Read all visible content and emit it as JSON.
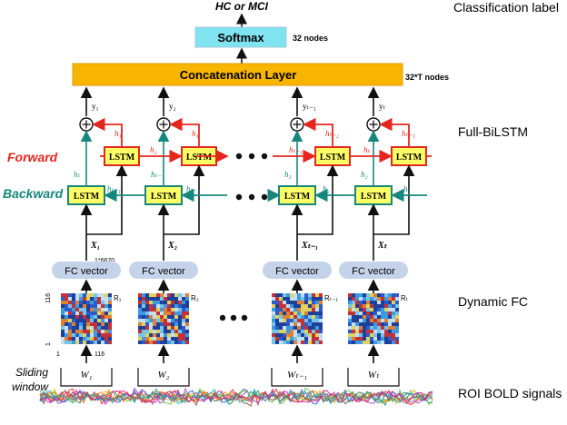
{
  "header": {
    "top_label": "HC or MCI",
    "classification_label": "Classification label"
  },
  "softmax": {
    "label": "Softmax",
    "nodes": "32 nodes"
  },
  "concat": {
    "label": "Concatenation  Layer",
    "nodes": "32*T nodes"
  },
  "sections": {
    "full_bilstm": "Full-BiLSTM",
    "dynamic_fc": "Dynamic FC",
    "roi_bold": "ROI BOLD signals"
  },
  "directions": {
    "forward": "Forward",
    "backward": "Backward"
  },
  "lstm_label": "LSTM",
  "fc_vector_label": "FC vector",
  "fc_dim": "1*6670",
  "matrix_axis": {
    "y_top": "116",
    "y_bottom": "1",
    "x_left": "1",
    "x_right": "116"
  },
  "sliding_window": {
    "line1": "Sliding",
    "line2": "window"
  },
  "columns": [
    {
      "y": "y₁",
      "hf": "h₁",
      "hb": "hₜ",
      "hb_side": "hₜ₋₁",
      "x": "X₁",
      "r": "R₁",
      "w": "W₁"
    },
    {
      "y": "y₂",
      "hf": "h₁",
      "hf_side": "h₂",
      "hb": "hₜ₋₁",
      "hb_side": "hₜ₋₂",
      "x": "X₂",
      "r": "R₂",
      "w": "W₂"
    },
    {
      "y": "yₜ₋₁",
      "hf": "hₜ₋₂",
      "hf_side": "hₜ₋₁",
      "hb": "h₃",
      "hb_side": "h₂",
      "x": "Xₜ₋₁",
      "r": "Rₜ₋₁",
      "w": "Wₜ₋₁"
    },
    {
      "y": "yₜ",
      "hf": "hₜ₋₁",
      "hf_side": "hₜ",
      "hb": "h₂",
      "hb_side": "h₁",
      "x": "Xₜ",
      "r": "Rₜ",
      "w": "Wₜ"
    }
  ],
  "colors": {
    "softmax": "#7fe3f0",
    "concat": "#f7b500",
    "lstm_fill": "#ffff66",
    "forward": "#e5261f",
    "backward": "#16877d",
    "fc_vector": "#c5d3ea"
  }
}
